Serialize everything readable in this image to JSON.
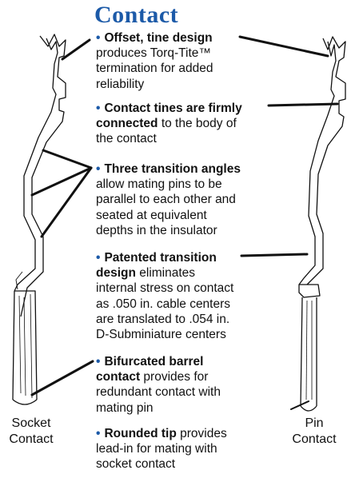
{
  "title": "Contact",
  "features": [
    {
      "bold_1": "Offset, tine design",
      "bold_2": "",
      "text_1": "produces Torq-Tite™",
      "text_2": "termination for added",
      "text_3": "reliability"
    },
    {
      "bold_1": "Contact tines are firmly",
      "bold_2": "connected",
      "text_1": " to the body of",
      "text_2": "the contact",
      "text_3": ""
    },
    {
      "bold_1": "Three transition angles",
      "bold_2": "",
      "text_1": "allow mating pins to be",
      "text_2": "parallel to each other and",
      "text_3": "seated at equivalent",
      "text_4": "depths in the insulator"
    },
    {
      "bold_1": "Patented transition",
      "bold_2": "design",
      "text_1": " eliminates",
      "text_2": "internal stress on contact",
      "text_3": "as .050 in. cable centers",
      "text_4": "are translated to .054 in.",
      "text_5": "D-Subminiature centers"
    },
    {
      "bold_1": "Bifurcated barrel",
      "bold_2": "contact",
      "text_1": " provides for",
      "text_2": "redundant contact with",
      "text_3": "mating pin"
    },
    {
      "bold_1": "Rounded tip",
      "bold_2": "",
      "text_1": " provides",
      "text_2": "lead-in for mating with",
      "text_3": "socket contact"
    }
  ],
  "labels": {
    "socket_1": "Socket",
    "socket_2": "Contact",
    "pin_1": "Pin",
    "pin_2": "Contact"
  },
  "colors": {
    "accent": "#1c5aa8",
    "line": "#111111"
  }
}
